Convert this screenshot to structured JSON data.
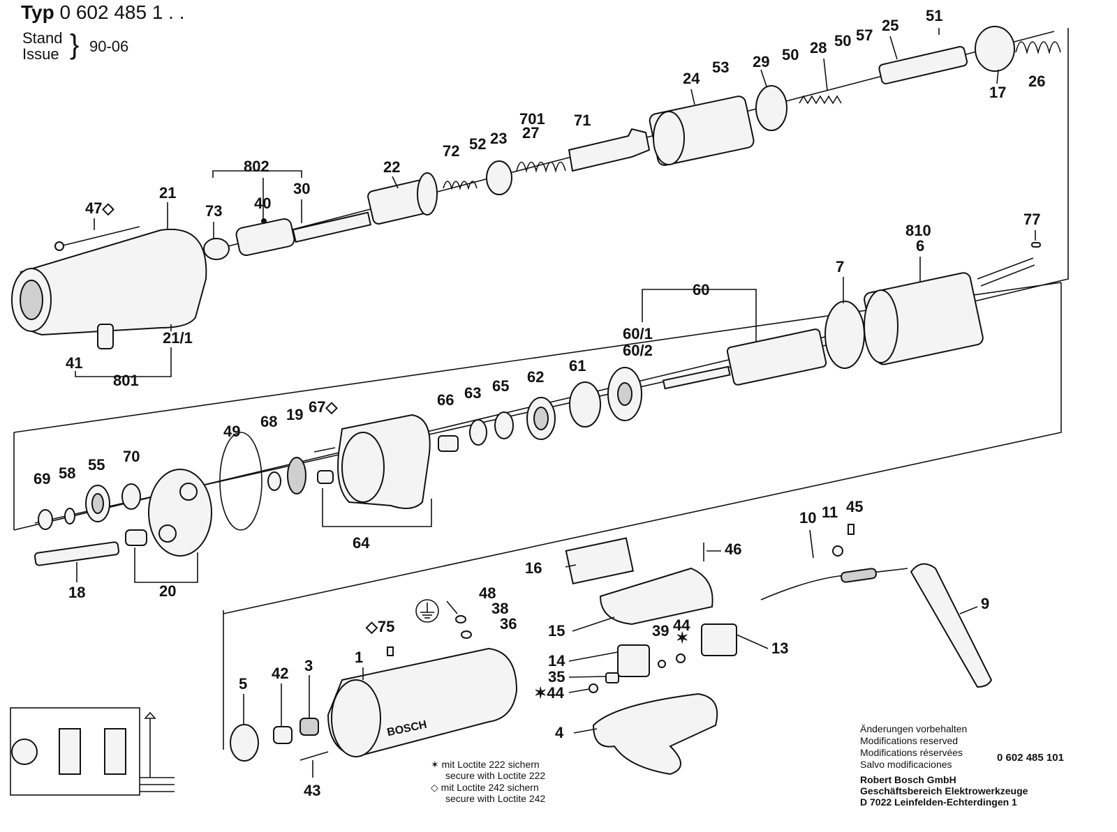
{
  "header": {
    "type_label": "Typ",
    "type_number": "0 602 485 1 . .",
    "stand_label": "Stand",
    "issue_label": "Issue",
    "date": "90-06"
  },
  "callouts": [
    "1",
    "3",
    "4",
    "5",
    "6",
    "7",
    "9",
    "10",
    "11",
    "13",
    "14",
    "15",
    "16",
    "17",
    "18",
    "19",
    "20",
    "21",
    "21/1",
    "22",
    "23",
    "24",
    "25",
    "26",
    "27",
    "28",
    "29",
    "30",
    "35",
    "36",
    "38",
    "39",
    "40",
    "41",
    "42",
    "43",
    "44",
    "45",
    "46",
    "47",
    "48",
    "49",
    "50",
    "51",
    "52",
    "53",
    "55",
    "57",
    "58",
    "60",
    "60/1",
    "60/2",
    "61",
    "62",
    "63",
    "64",
    "65",
    "66",
    "67",
    "68",
    "69",
    "70",
    "71",
    "72",
    "73",
    "75",
    "77",
    "701",
    "801",
    "802",
    "810"
  ],
  "marked_callouts": {
    "c47": "47◇",
    "c67": "67◇",
    "c75": "◇75",
    "c44a": "44",
    "c44b": "✶44",
    "star": "✶"
  },
  "brand_mark": "BOSCH",
  "icons": [
    "ground-symbol-icon",
    "wiring-schematic-icon",
    "screw-icon",
    "spring-icon",
    "bearing-icon",
    "ring-icon"
  ],
  "legend": {
    "star_symbol": "✶",
    "star_de": "mit Loctite 222 sichern",
    "star_en": "secure with Loctite 222",
    "diamond_symbol": "◇",
    "diamond_de": "mit Loctite 242 sichern",
    "diamond_en": "secure with Loctite 242"
  },
  "footer": {
    "notice_de": "Änderungen vorbehalten",
    "notice_en": "Modifications reserved",
    "notice_fr": "Modifications réservées",
    "notice_es": "Salvo modificaciones",
    "doc_number": "0 602 485 101",
    "company": "Robert Bosch GmbH",
    "division": "Geschäftsbereich Elektrowerkzeuge",
    "address": "D 7022 Leinfelden-Echterdingen 1"
  },
  "colors": {
    "ink": "#111111",
    "paper": "#ffffff",
    "shade": "#cfcfcf"
  }
}
